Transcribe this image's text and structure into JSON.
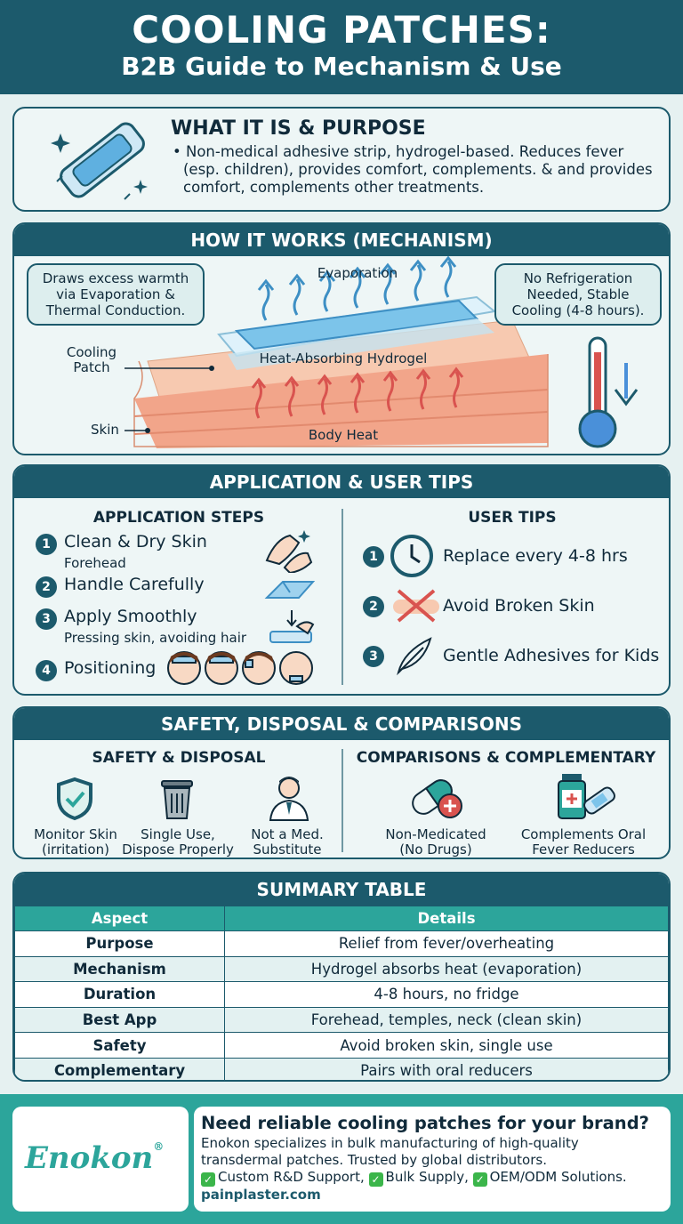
{
  "header": {
    "title": "COOLING PATCHES:",
    "subtitle": "B2B Guide to Mechanism & Use"
  },
  "what": {
    "title": "WHAT IT IS & PURPOSE",
    "text": "• Non-medical adhesive strip, hydrogel-based. Reduces fever (esp. children), provides comfort, complements. & and provides comfort, complements other treatments."
  },
  "how": {
    "title": "HOW IT WORKS (MECHANISM)",
    "bubble_left": "Draws excess warmth via Evaporation & Thermal Conduction.",
    "bubble_right": "No Refrigeration Needed, Stable Cooling (4-8 hours).",
    "evaporation": "Evaporation",
    "hydrogel": "Heat-Absorbing Hydrogel",
    "patch": "Cooling Patch",
    "skin": "Skin",
    "body_heat": "Body Heat"
  },
  "application": {
    "title": "APPLICATION & USER TIPS",
    "steps_title": "APPLICATION STEPS",
    "steps": [
      {
        "n": "1",
        "label": "Clean & Dry Skin",
        "sub": "Forehead"
      },
      {
        "n": "2",
        "label": "Handle Carefully",
        "sub": ""
      },
      {
        "n": "3",
        "label": "Apply Smoothly",
        "sub": "Pressing skin, avoiding hair"
      },
      {
        "n": "4",
        "label": "Positioning",
        "sub": ""
      }
    ],
    "tips_title": "USER TIPS",
    "tips": [
      {
        "n": "1",
        "label": "Replace every 4-8 hrs"
      },
      {
        "n": "2",
        "label": "Avoid Broken Skin"
      },
      {
        "n": "3",
        "label": "Gentle Adhesives for Kids"
      }
    ]
  },
  "safety": {
    "title": "SAFETY, DISPOSAL & COMPARISONS",
    "left_title": "SAFETY & DISPOSAL",
    "right_title": "COMPARISONS & COMPLEMENTARY",
    "items": [
      "Monitor Skin\n(irritation)",
      "Single Use,\nDispose Properly",
      "Not a Med.\nSubstitute"
    ],
    "compare": [
      "Non-Medicated\n(No Drugs)",
      "Complements Oral\nFever Reducers"
    ]
  },
  "summary": {
    "title": "SUMMARY TABLE",
    "headers": [
      "Aspect",
      "Details"
    ],
    "rows": [
      [
        "Purpose",
        "Relief from fever/overheating"
      ],
      [
        "Mechanism",
        "Hydrogel absorbs heat (evaporation)"
      ],
      [
        "Duration",
        "4-8 hours, no fridge"
      ],
      [
        "Best App",
        "Forehead, temples, neck (clean skin)"
      ],
      [
        "Safety",
        "Avoid broken skin, single use"
      ],
      [
        "Complementary",
        "Pairs with oral reducers"
      ]
    ]
  },
  "footer": {
    "logo": "Enokon",
    "headline": "Need reliable cooling patches for your brand?",
    "text": "Enokon specializes in bulk manufacturing of high-quality transdermal patches. Trusted by global distributors.",
    "features": [
      "Custom R&D Support,",
      "Bulk Supply,",
      "OEM/ODM Solutions."
    ],
    "url": "painplaster.com"
  },
  "colors": {
    "primary": "#1c5a6c",
    "accent": "#2ca59b",
    "heat": "#d9534f",
    "cool": "#4a90d9"
  }
}
